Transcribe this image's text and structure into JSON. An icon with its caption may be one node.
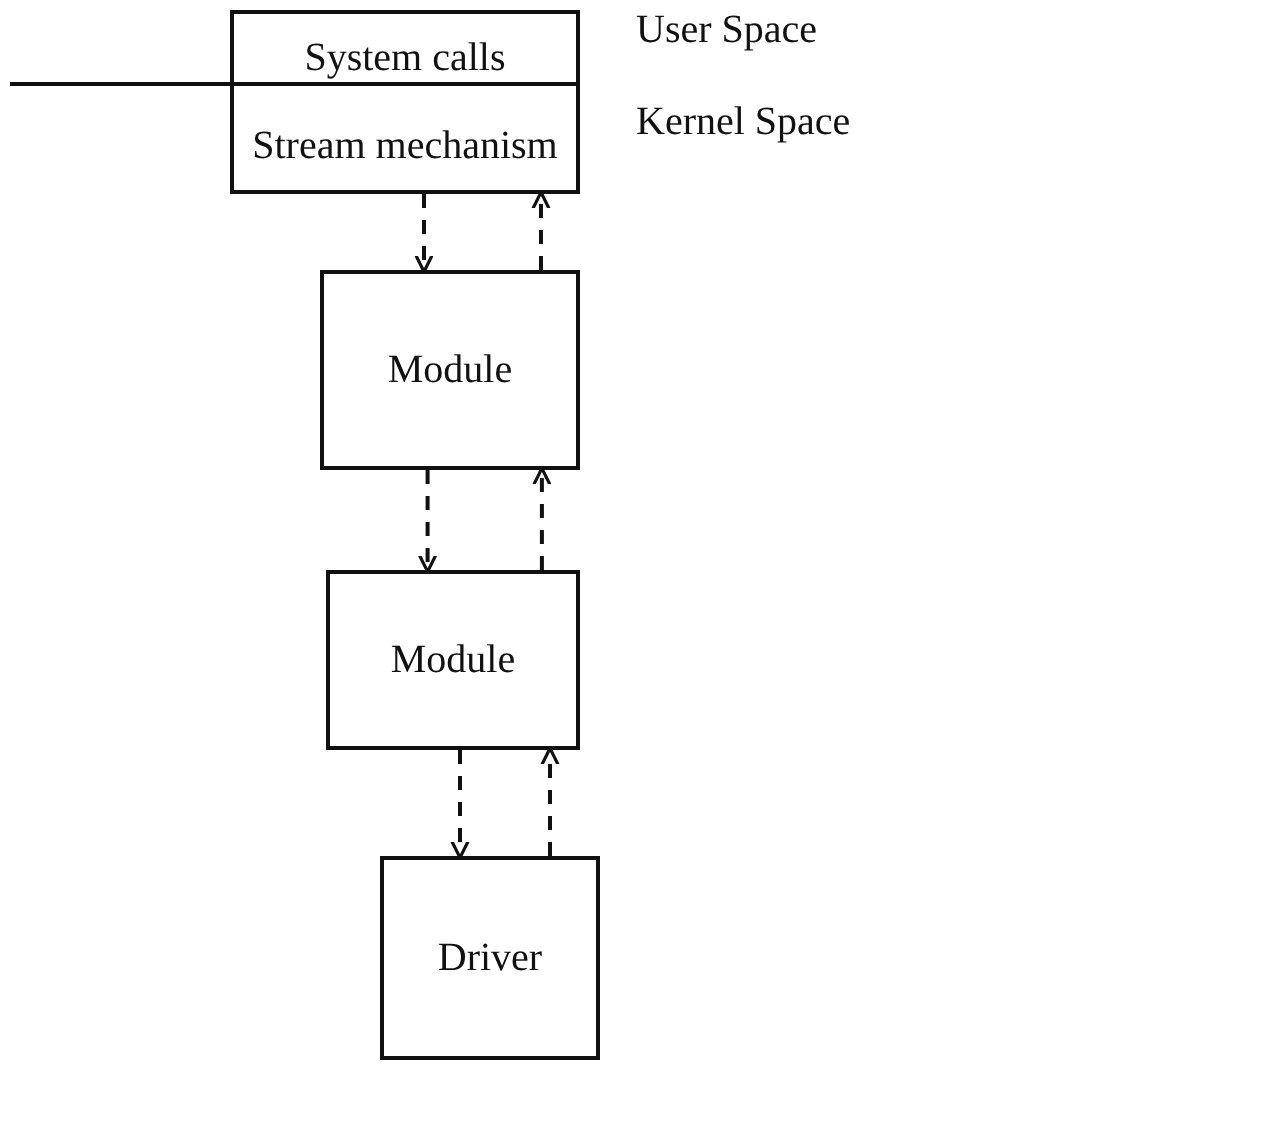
{
  "diagram": {
    "nodes": [
      {
        "text": [
          "System calls",
          "Stream mechanism"
        ]
      },
      {
        "text": [
          "Module"
        ]
      },
      {
        "text": [
          "Module"
        ]
      },
      {
        "text": [
          "Driver"
        ]
      }
    ],
    "edges": [
      {
        "from": 0,
        "to": 1,
        "arrow": "to",
        "style": "dashed"
      },
      {
        "from": 1,
        "to": 0,
        "arrow": "to",
        "style": "dashed"
      },
      {
        "from": 1,
        "to": 2,
        "arrow": "to",
        "style": "dashed"
      },
      {
        "from": 2,
        "to": 1,
        "arrow": "to",
        "style": "dashed"
      },
      {
        "from": 2,
        "to": 3,
        "arrow": "to",
        "style": "dashed"
      },
      {
        "from": 3,
        "to": 2,
        "arrow": "to",
        "style": "dashed"
      }
    ],
    "labels": [
      "User Space",
      "Kernel Space"
    ]
  }
}
